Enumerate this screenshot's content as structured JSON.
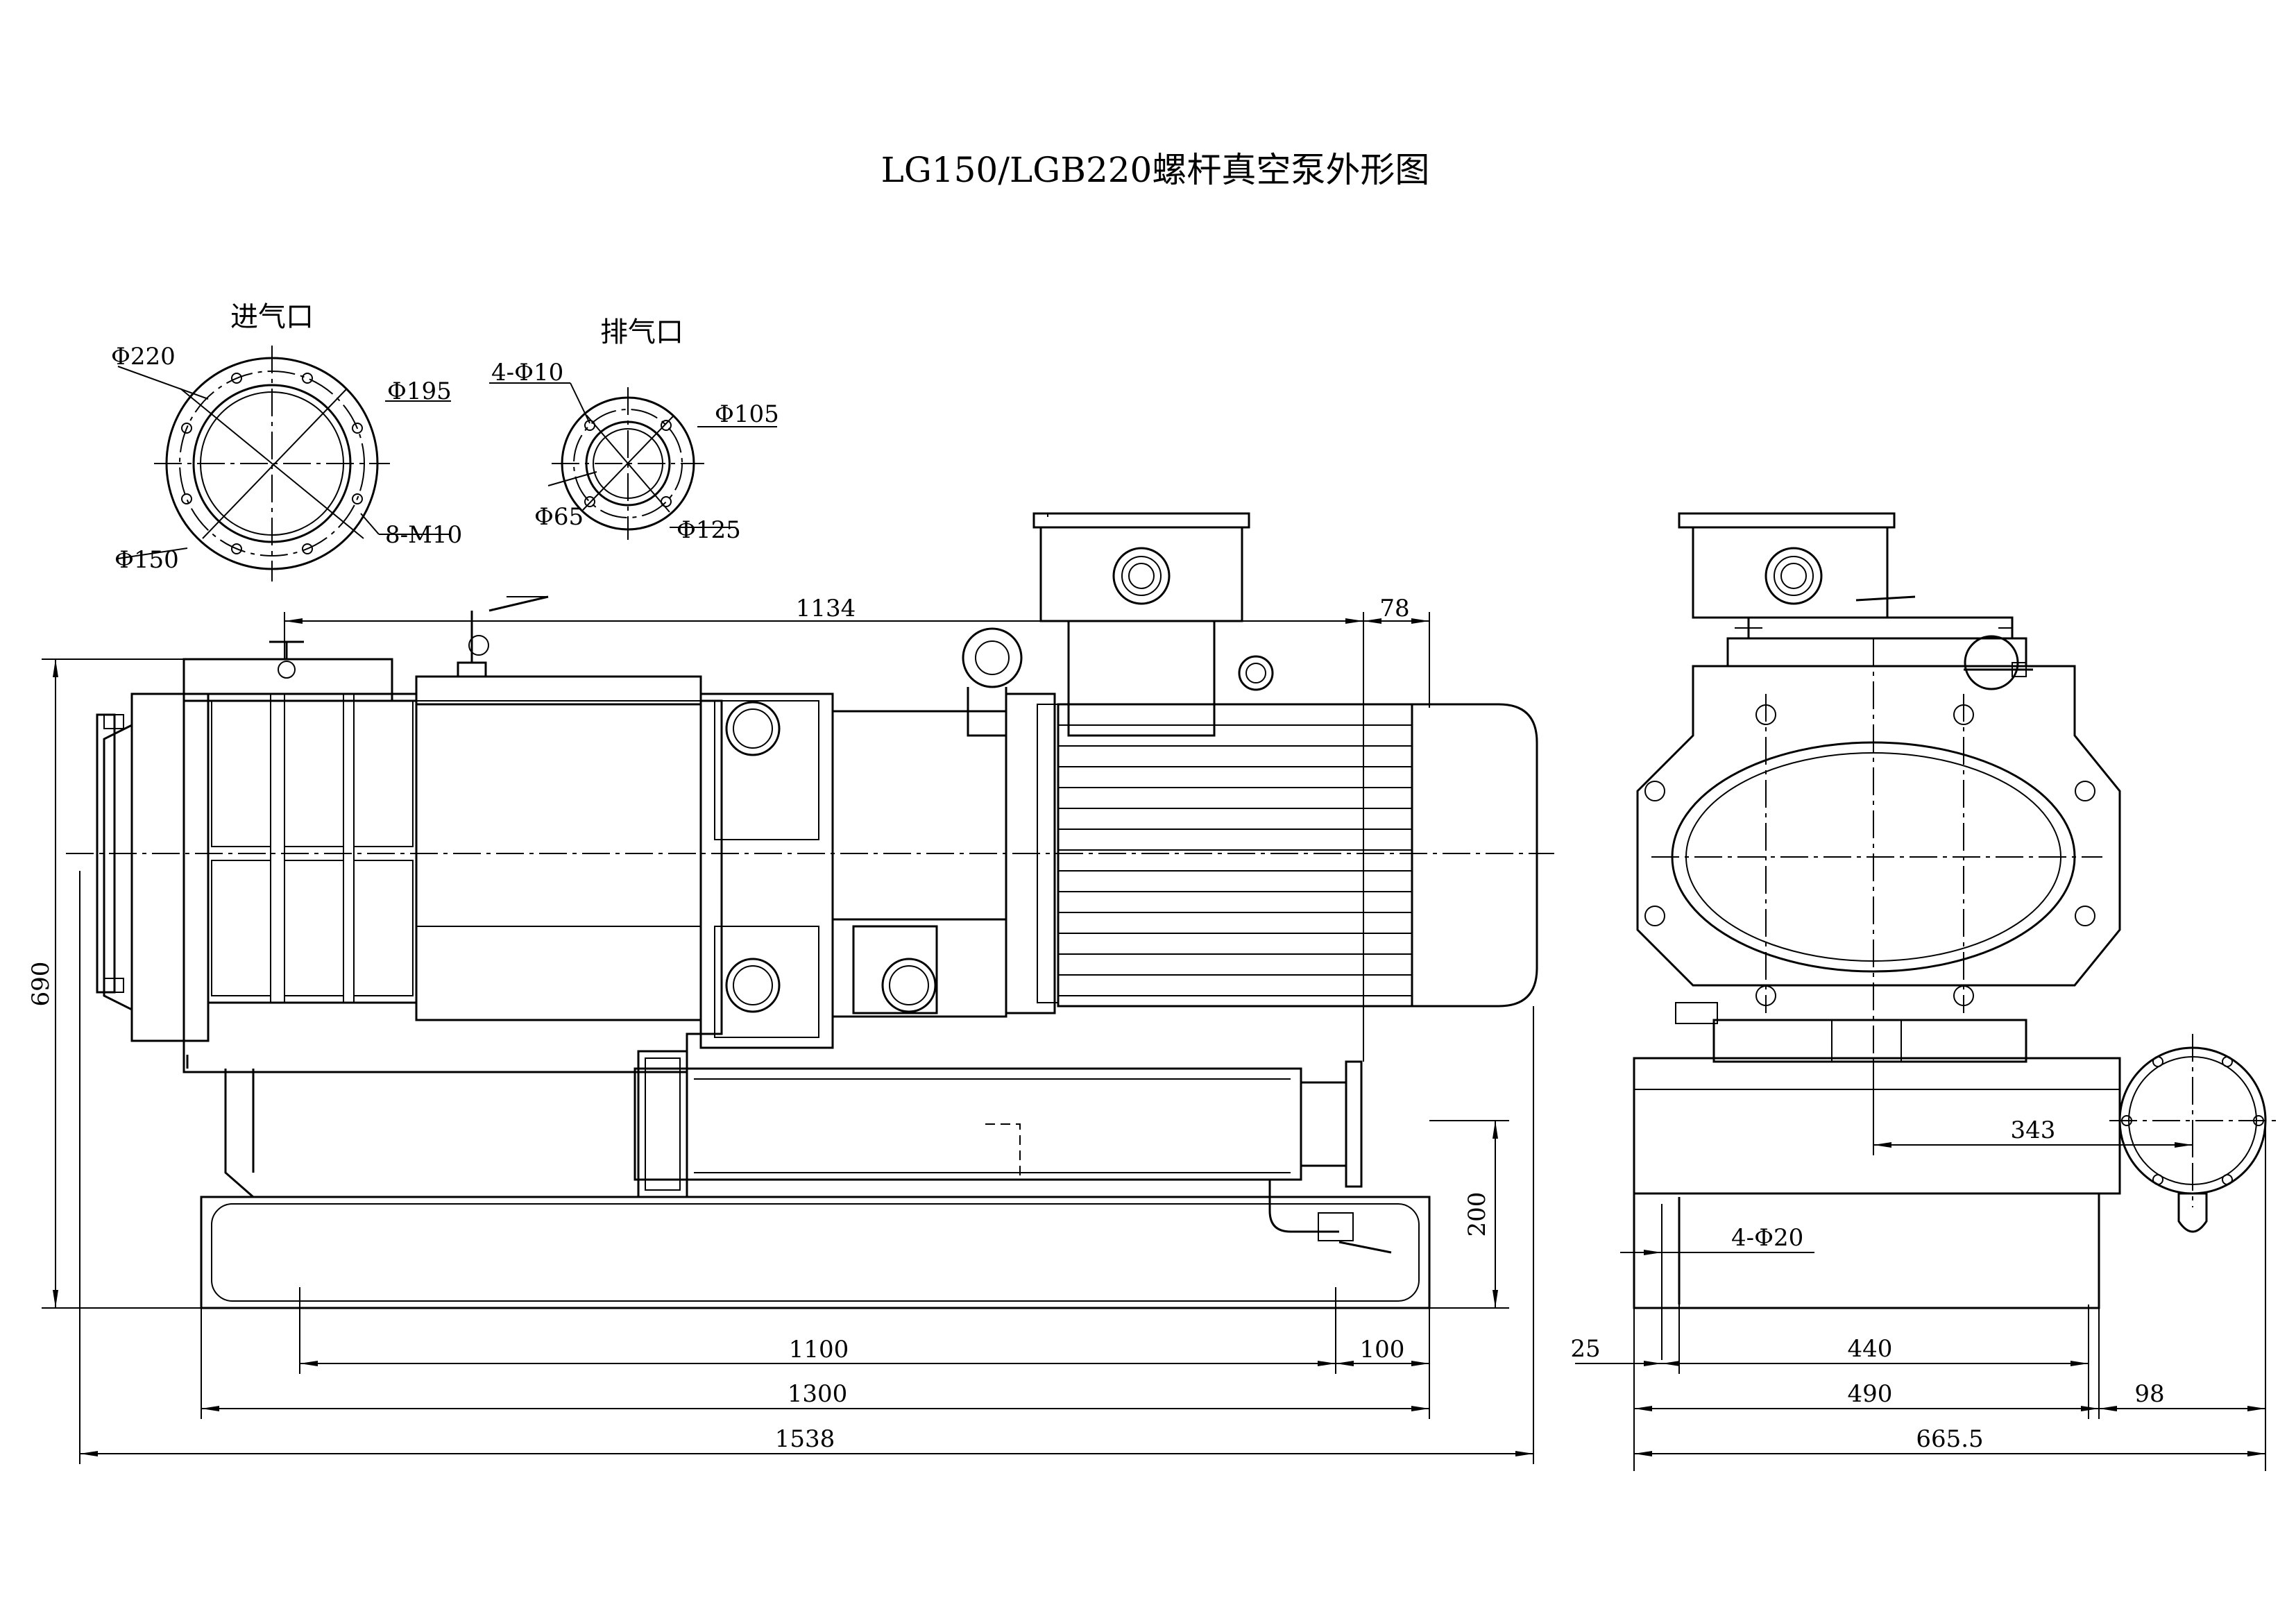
{
  "title": "LG150/LGB220螺杆真空泵外形图",
  "inlet": {
    "caption": "进气口",
    "d_outer": "Φ220",
    "d_bolt_circle": "Φ195",
    "d_bore": "Φ150",
    "bolts": "8-M10"
  },
  "outlet": {
    "caption": "排气口",
    "holes": "4-Φ10",
    "d_bolt_circle": "Φ105",
    "d_bore": "Φ65",
    "d_outer": "Φ125"
  },
  "front_view": {
    "dim_top": "1134",
    "dim_motor_overhang": "78",
    "dim_height": "690",
    "dim_base_height": "200",
    "dim_holes": "1100",
    "dim_hole_end": "100",
    "dim_base": "1300",
    "dim_overall": "1538"
  },
  "side_view": {
    "dim_offset": "343",
    "holes": "4-Φ20",
    "dim_edge": "25",
    "dim_holes": "440",
    "dim_base": "490",
    "dim_box": "98",
    "dim_overall": "665.5"
  }
}
